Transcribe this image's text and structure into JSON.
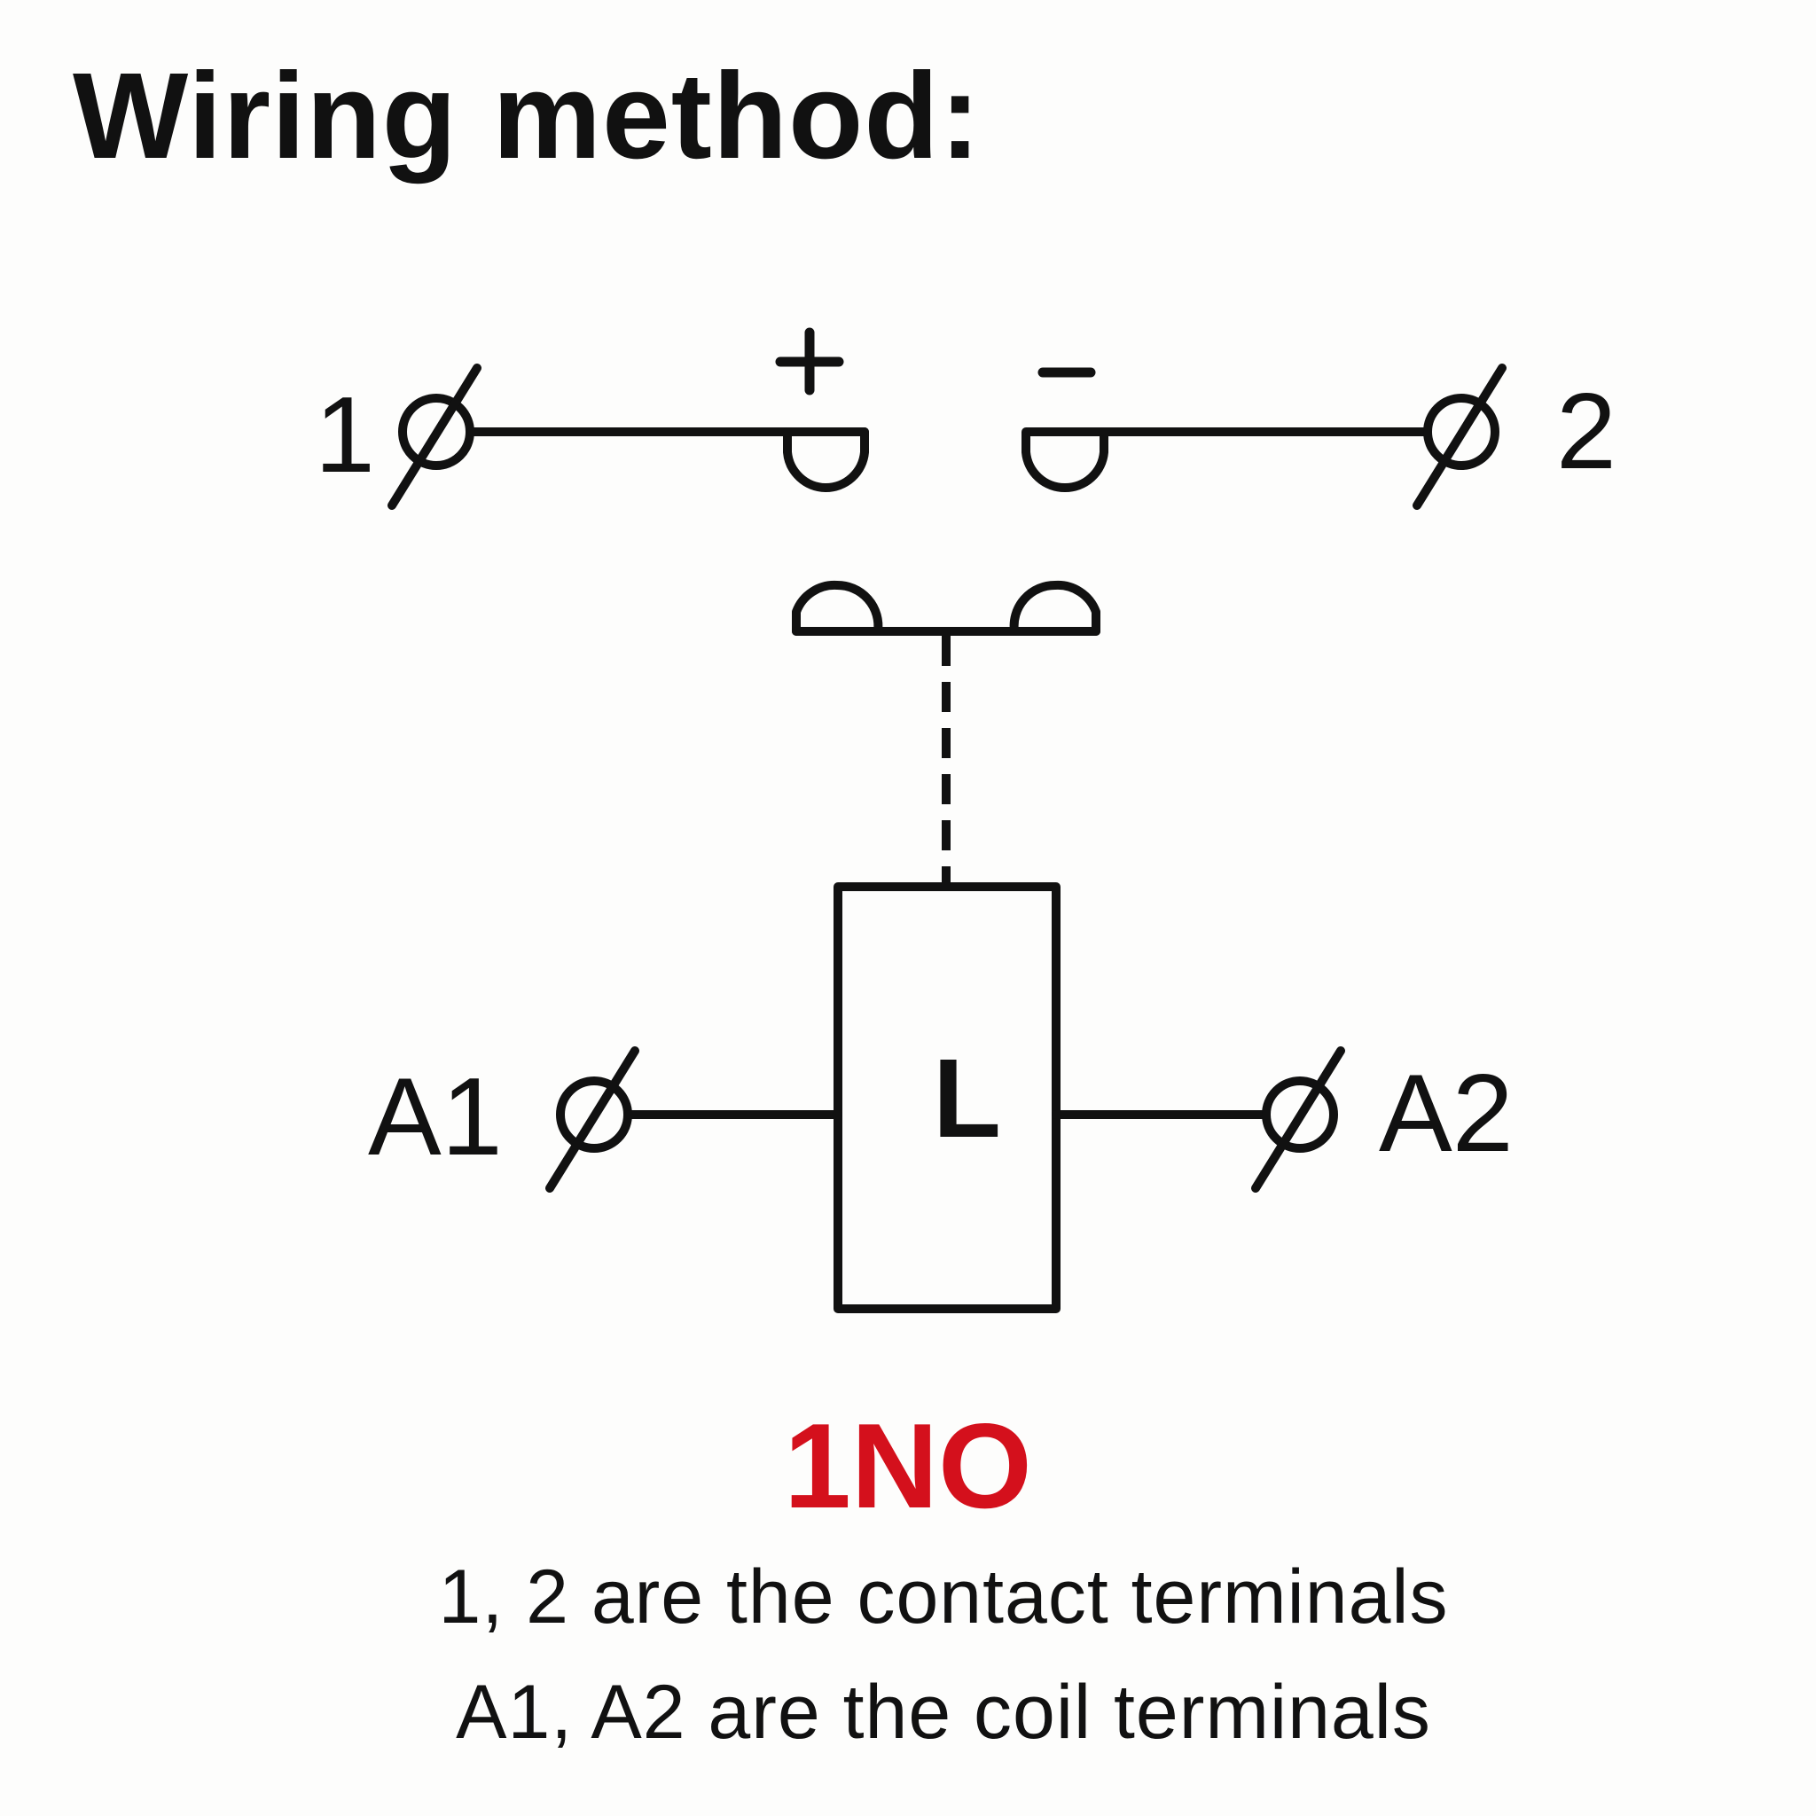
{
  "title": "Wiring method:",
  "diagram": {
    "terminal_1_label": "1",
    "terminal_2_label": "2",
    "plus_sign": "+",
    "minus_sign": "−",
    "coil_label": "L",
    "coil_terminal_a1_label": "A1",
    "coil_terminal_a2_label": "A2",
    "stroke_color": "#111111"
  },
  "model": {
    "text": "1NO",
    "color": "#d4101c"
  },
  "notes": {
    "line1": "1, 2 are the contact terminals",
    "line2": "A1, A2 are the coil terminals"
  }
}
